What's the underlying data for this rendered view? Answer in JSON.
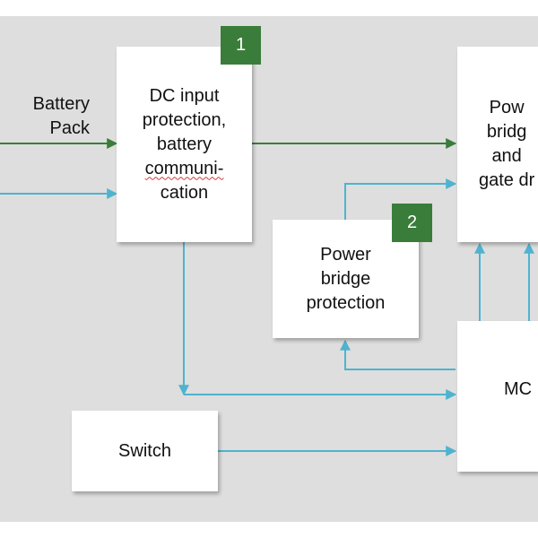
{
  "colors": {
    "background": "#dedede",
    "box": "#ffffff",
    "power_arrow": "#3a7d3b",
    "signal_arrow": "#4fb3cf",
    "badge": "#3a7d3b"
  },
  "labels": {
    "battery_pack": "Battery\nPack"
  },
  "blocks": {
    "dc_input": {
      "line1": "DC input",
      "line2": "protection,",
      "line3": "battery",
      "line4": "communi-",
      "line5": "cation"
    },
    "power_bridge_protection": {
      "text": "Power\nbridge\nprotection"
    },
    "power_bridge_gate": {
      "text": "Pow\nbridg\nand\ngate dr"
    },
    "mcu": {
      "text": "MC"
    },
    "switch": {
      "text": "Switch"
    }
  },
  "badges": {
    "one": "1",
    "two": "2"
  }
}
